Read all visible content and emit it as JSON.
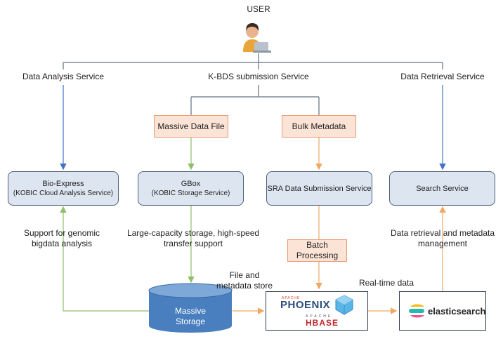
{
  "user": {
    "label": "USER"
  },
  "services": {
    "analysis": "Data Analysis Service",
    "submission": "K-BDS submission Service",
    "retrieval": "Data Retrieval Service"
  },
  "boxes": {
    "massive_file": "Massive Data File",
    "bulk_metadata": "Bulk Metadata",
    "bio_express": {
      "line1": "Bio-Express",
      "line2": "(KOBIC Cloud Analysis Service)"
    },
    "gbox": {
      "line1": "GBox",
      "line2": "(KOBIC Storage Service)"
    },
    "sra": "SRA Data Submission Service",
    "search": "Search Service",
    "batch": {
      "line1": "Batch",
      "line2": "Processing"
    },
    "storage": {
      "line1": "Massive",
      "line2": "Storage"
    }
  },
  "annotations": {
    "genomic": {
      "line1": "Support for genomic",
      "line2": "bigdata analysis"
    },
    "large_capacity": {
      "line1": "Large-capacity storage, high-speed",
      "line2": "transfer support"
    },
    "file_meta": {
      "line1": "File and",
      "line2": "metadata store"
    },
    "realtime": "Real-time data",
    "retrieval_meta": {
      "line1": "Data retrieval and metadata",
      "line2": "management"
    }
  },
  "logos": {
    "phoenix_apache": "APACHE",
    "phoenix": "PHOENIX",
    "hbase_apache": "APACHE",
    "hbase": "HBASE",
    "elasticsearch": "elasticsearch"
  },
  "colors": {
    "blue_arrow": "#4472c4",
    "green_arrow": "#8fbf6a",
    "orange_arrow": "#f0a860",
    "gray_line": "#7f8c99",
    "storage_fill": "#4a7fbf"
  }
}
